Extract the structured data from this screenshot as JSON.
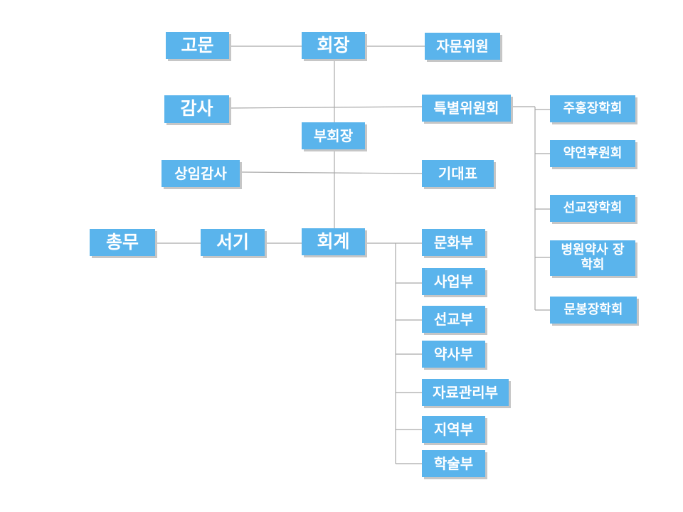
{
  "org": {
    "president": "회장",
    "advisor": "고문",
    "consultant": "자문위원",
    "auditor": "감사",
    "special_committee": "특별위원회",
    "vice_president": "부회장",
    "standing_auditor": "상임감사",
    "delegate": "기대표",
    "general_affairs": "총무",
    "secretary": "서기",
    "treasurer": "회계",
    "departments": [
      "문화부",
      "사업부",
      "선교부",
      "약사부",
      "자료관리부",
      "지역부",
      "학술부"
    ],
    "scholarships": [
      "주홍장학회",
      "약연후원회",
      "선교장학회",
      "병원약사 장학회",
      "문봉장학회"
    ]
  },
  "colors": {
    "box": "#5ab4ec",
    "line": "#a9a9a9",
    "shadow": "#c6c6c6",
    "text": "#ffffff"
  }
}
